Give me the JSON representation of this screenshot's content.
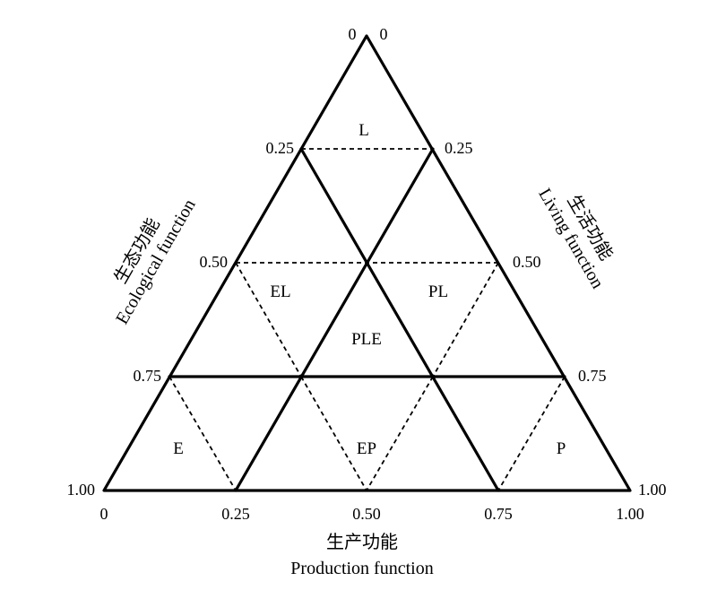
{
  "ticks": {
    "apex_left": "0",
    "apex_right": "0",
    "left_025": "0.25",
    "right_025": "0.25",
    "left_050": "0.50",
    "right_050": "0.50",
    "left_075": "0.75",
    "right_075": "0.75",
    "left_100": "1.00",
    "right_100": "1.00",
    "bottom": [
      "0",
      "0.25",
      "0.50",
      "0.75",
      "1.00"
    ]
  },
  "regions": {
    "L": "L",
    "EL": "EL",
    "PL": "PL",
    "PLE": "PLE",
    "E": "E",
    "EP": "EP",
    "P": "P"
  },
  "axes": {
    "ecological": {
      "cn": "生态功能",
      "en": "Ecological function"
    },
    "living": {
      "cn": "生活功能",
      "en": "Living function"
    },
    "production": {
      "cn": "生产功能",
      "en": "Production function"
    }
  }
}
